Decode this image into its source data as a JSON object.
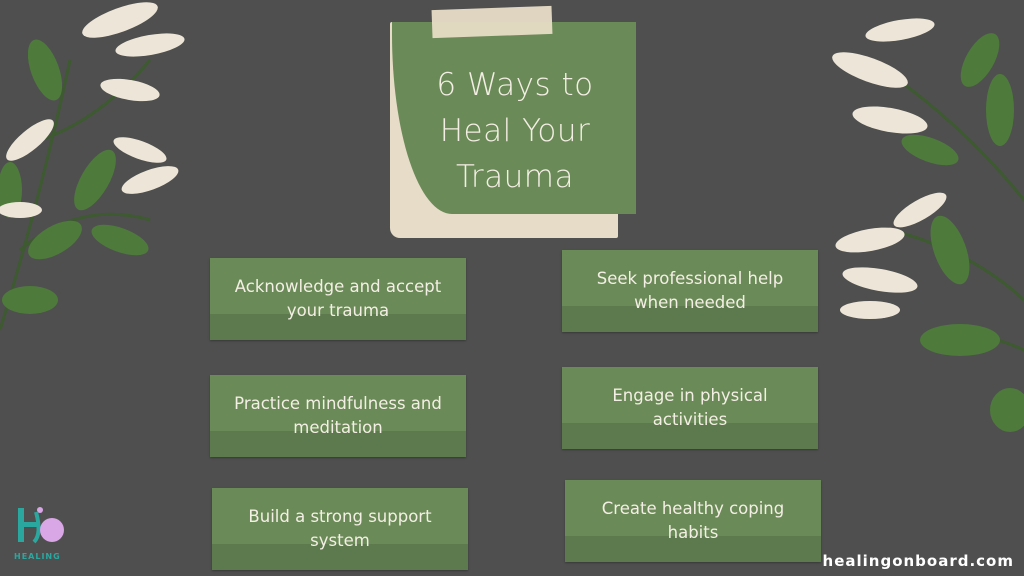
{
  "title": "6 Ways to Heal Your Trauma",
  "title_lines": [
    "6 Ways to",
    "Heal Your",
    "Trauma"
  ],
  "ways": [
    "Acknowledge and accept your trauma",
    "Seek professional help when needed",
    "Practice mindfulness and meditation",
    "Engage in physical activities",
    "Build a strong support system",
    "Create healthy coping habits"
  ],
  "logo_text": "HEALING",
  "website": "healingonboard.com",
  "colors": {
    "background": "#4f4f4f",
    "green": "#6a8a58",
    "beige": "#e6dcc8",
    "logo_teal": "#2aa8a0",
    "logo_pink": "#d9a6e6"
  }
}
